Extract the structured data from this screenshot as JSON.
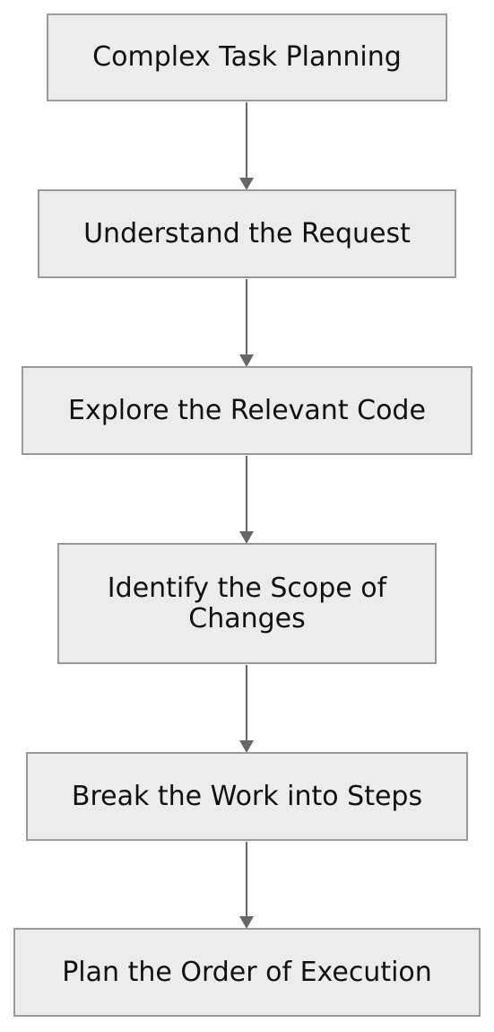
{
  "diagram": {
    "nodes": [
      {
        "id": "node-1",
        "label": "Complex Task Planning"
      },
      {
        "id": "node-2",
        "label": "Understand the Request"
      },
      {
        "id": "node-3",
        "label": "Explore the Relevant Code"
      },
      {
        "id": "node-4",
        "label": "Identify the Scope of Changes"
      },
      {
        "id": "node-5",
        "label": "Break the Work into Steps"
      },
      {
        "id": "node-6",
        "label": "Plan the Order of Execution"
      }
    ],
    "edges": [
      {
        "from": "node-1",
        "to": "node-2"
      },
      {
        "from": "node-2",
        "to": "node-3"
      },
      {
        "from": "node-3",
        "to": "node-4"
      },
      {
        "from": "node-4",
        "to": "node-5"
      },
      {
        "from": "node-5",
        "to": "node-6"
      }
    ],
    "colors": {
      "node_fill": "#ececec",
      "node_border": "#999999",
      "text": "#111111",
      "connector": "#666666"
    }
  }
}
